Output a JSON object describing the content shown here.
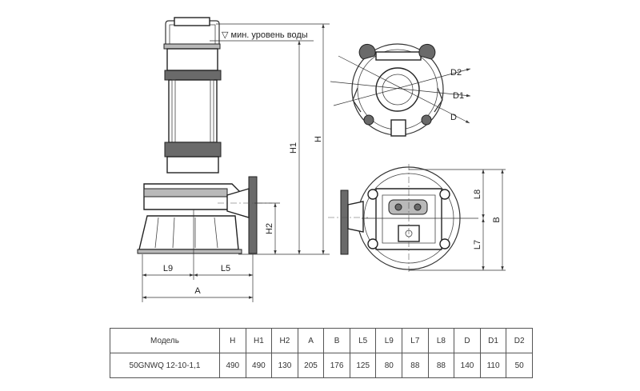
{
  "water_level_note": "▽ мин. уровень воды",
  "dimension_labels": {
    "H": "H",
    "H1": "H1",
    "H2": "H2",
    "L9": "L9",
    "L5": "L5",
    "A": "A",
    "D": "D",
    "D1": "D1",
    "D2": "D2",
    "L8": "L8",
    "L7": "L7",
    "B": "B"
  },
  "table": {
    "headers": [
      "Модель",
      "H",
      "H1",
      "H2",
      "A",
      "B",
      "L5",
      "L9",
      "L7",
      "L8",
      "D",
      "D1",
      "D2"
    ],
    "rows": [
      [
        "50GNWQ 12-10-1,1",
        "490",
        "490",
        "130",
        "205",
        "176",
        "125",
        "80",
        "88",
        "88",
        "140",
        "110",
        "50"
      ]
    ]
  }
}
